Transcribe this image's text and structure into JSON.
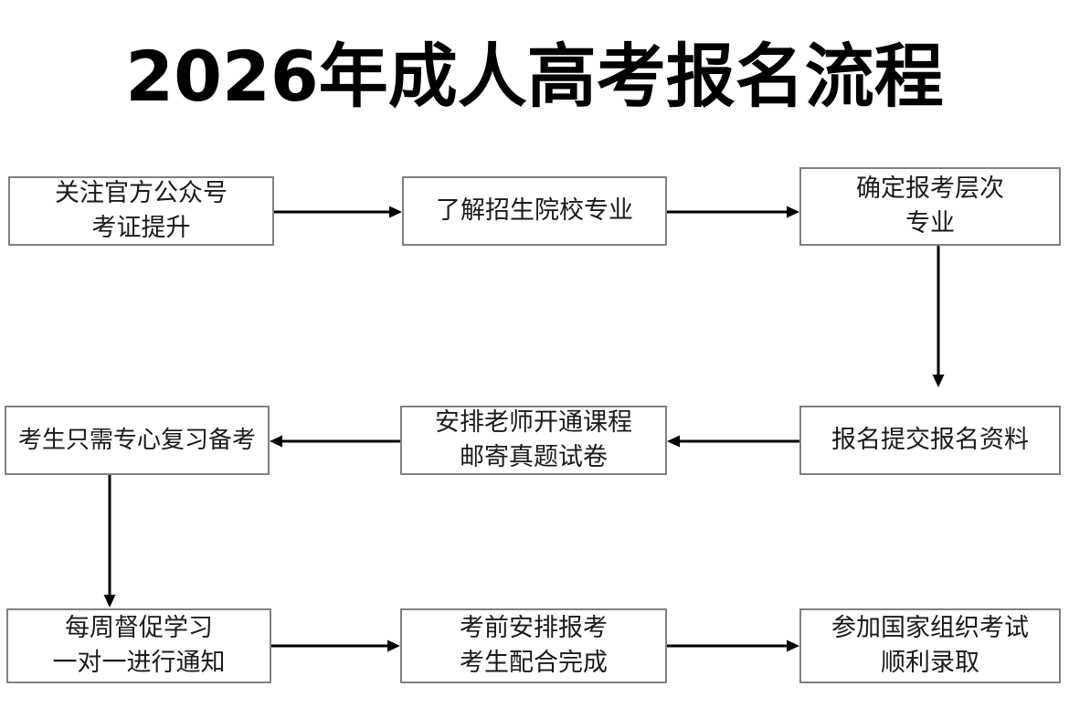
{
  "title": "2026年成人高考报名流程",
  "theme": {
    "background": "#ffffff",
    "box_border": "#808080",
    "box_fill": "#ffffff",
    "text": "#1a1a1a",
    "title_color": "#000000",
    "arrow": "#000000"
  },
  "nodes": [
    {
      "id": "node-1",
      "name": "follow-official-account",
      "lines": [
        "关注官方公众号",
        "考证提升"
      ]
    },
    {
      "id": "node-2",
      "name": "learn-schools-majors",
      "lines": [
        "了解招生院校专业"
      ]
    },
    {
      "id": "node-3",
      "name": "confirm-level-major",
      "lines": [
        "确定报考层次",
        "专业"
      ]
    },
    {
      "id": "node-4",
      "name": "submit-application-materials",
      "lines": [
        "报名提交报名资料"
      ]
    },
    {
      "id": "node-5",
      "name": "teacher-opens-course",
      "lines": [
        "安排老师开通课程",
        "邮寄真题试卷"
      ]
    },
    {
      "id": "node-6",
      "name": "student-focus-review",
      "lines": [
        "考生只需专心复习备考"
      ]
    },
    {
      "id": "node-7",
      "name": "weekly-study-supervision",
      "lines": [
        "每周督促学习",
        "一对一进行通知"
      ]
    },
    {
      "id": "node-8",
      "name": "pre-exam-registration",
      "lines": [
        "考前安排报考",
        "考生配合完成"
      ]
    },
    {
      "id": "node-9",
      "name": "take-national-exam",
      "lines": [
        "参加国家组织考试",
        "顺利录取"
      ]
    }
  ],
  "connectors": [
    {
      "name": "arrow-1-to-2",
      "direction": "right"
    },
    {
      "name": "arrow-2-to-3",
      "direction": "right"
    },
    {
      "name": "arrow-3-to-4",
      "direction": "down"
    },
    {
      "name": "arrow-4-to-5",
      "direction": "left"
    },
    {
      "name": "arrow-5-to-6",
      "direction": "left"
    },
    {
      "name": "arrow-6-to-7",
      "direction": "down"
    },
    {
      "name": "arrow-7-to-8",
      "direction": "right"
    },
    {
      "name": "arrow-8-to-9",
      "direction": "right"
    }
  ]
}
